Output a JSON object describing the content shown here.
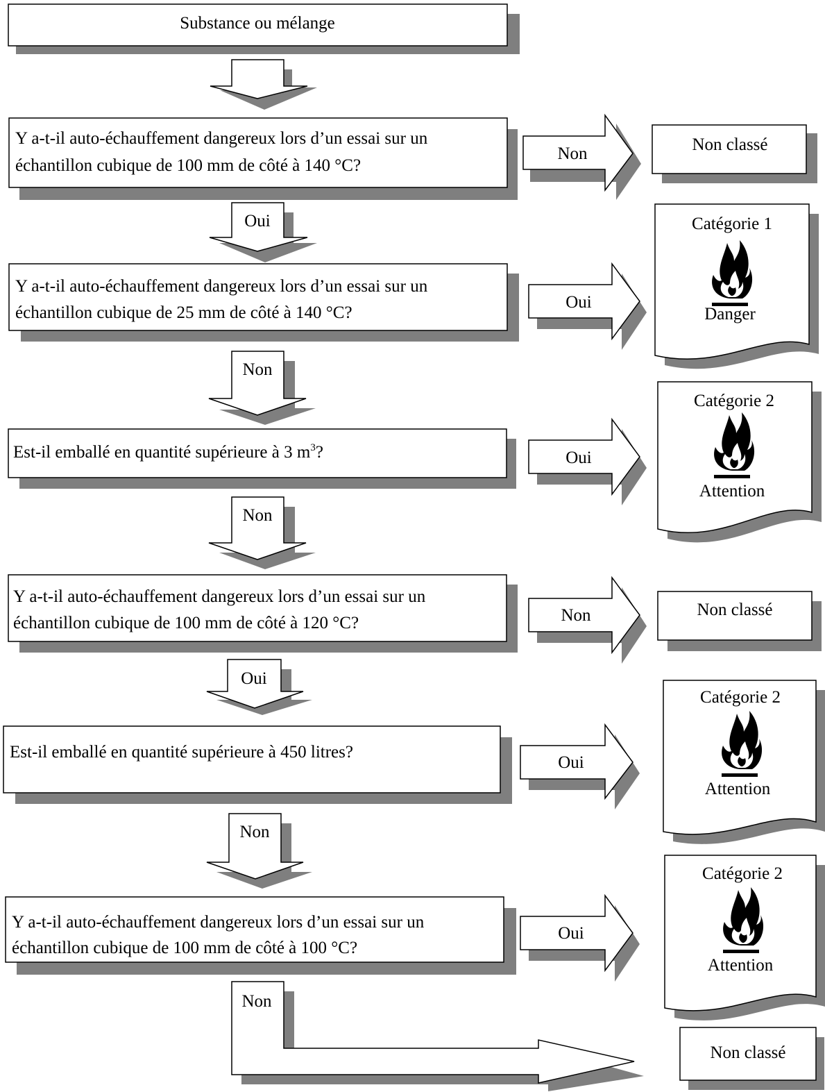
{
  "start": "Substance ou mélange",
  "questions": [
    {
      "lines": [
        "Y a-t-il auto-échauffement dangereux lors d’un essai sur un",
        "échantillon cubique de 100 mm de côté à 140 °C?"
      ]
    },
    {
      "lines": [
        "Y a-t-il auto-échauffement dangereux lors d’un essai sur un",
        "échantillon cubique de 25 mm de côté à 140 °C?"
      ]
    },
    {
      "lines": [
        "Est-il emballé en quantité supérieure à 3 m"
      ],
      "sup": "3",
      "suffix": "?"
    },
    {
      "lines": [
        "Y a-t-il auto-échauffement dangereux lors d’un essai sur un",
        "échantillon cubique de 100 mm de côté à 120 °C?"
      ]
    },
    {
      "lines": [
        "Est-il emballé en quantité supérieure à 450 litres?"
      ]
    },
    {
      "lines": [
        "Y a-t-il auto-échauffement dangereux lors d’un essai sur un",
        "échantillon cubique de 100 mm de côté à 100 °C?"
      ]
    }
  ],
  "down_arrows": [
    "",
    "Oui",
    "Non",
    "Non",
    "Oui",
    "Non"
  ],
  "final_arrow_label": "Non",
  "right_arrows": [
    "Non",
    "Oui",
    "Oui",
    "Non",
    "Oui",
    "Oui"
  ],
  "not_classified": "Non classé",
  "category_cards": [
    {
      "title": "Catégorie 1",
      "signal": "Danger",
      "icon": "flame-pictogram"
    },
    {
      "title": "Catégorie 2",
      "signal": "Attention",
      "icon": "flame-pictogram"
    },
    {
      "title": "Catégorie 2",
      "signal": "Attention",
      "icon": "flame-pictogram"
    },
    {
      "title": "Catégorie 2",
      "signal": "Attention",
      "icon": "flame-pictogram"
    }
  ],
  "colors": {
    "shadow": "#7f7f7f",
    "border": "#000000",
    "fill": "#ffffff"
  }
}
